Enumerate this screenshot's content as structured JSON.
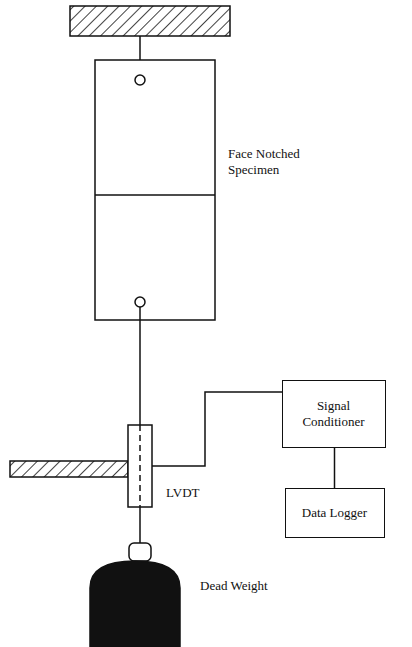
{
  "diagram": {
    "nodes": [
      {
        "text": [
          "Signal Conditioner"
        ]
      },
      {
        "text": [
          "Data Logger"
        ]
      }
    ],
    "edges": [
      {
        "from": 0,
        "to": 1,
        "arrow": "none"
      }
    ],
    "labels": [
      "Face Notched Specimen",
      "LVDT",
      "Dead Weight"
    ]
  }
}
